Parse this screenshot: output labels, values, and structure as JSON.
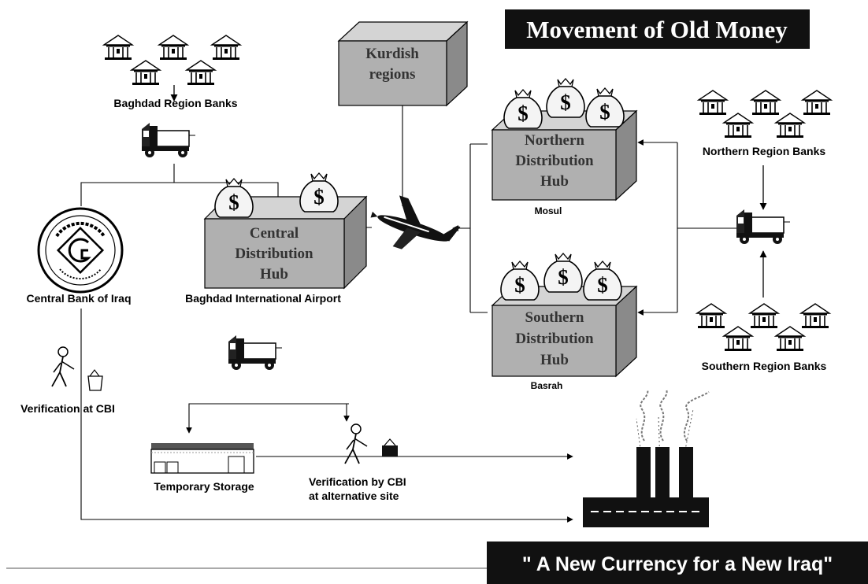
{
  "title": "Movement of Old Money",
  "slogan": "\" A New Currency for a New Iraq\"",
  "hubs": {
    "kurdish": [
      "Kurdish",
      "regions"
    ],
    "central": [
      "Central",
      "Distribution",
      "Hub"
    ],
    "northern": [
      "Northern",
      "Distribution",
      "Hub"
    ],
    "southern": [
      "Southern",
      "Distribution",
      "Hub"
    ]
  },
  "labels": {
    "baghdad_banks": "Baghdad Region Banks",
    "northern_banks": "Northern Region Banks",
    "southern_banks": "Southern Region Banks",
    "central_bank": "Central Bank of Iraq",
    "airport": "Baghdad International Airport",
    "mosul": "Mosul",
    "basrah": "Basrah",
    "verification_cbi": "Verification at CBI",
    "temporary_storage": "Temporary Storage",
    "verification_alt": [
      "Verification by CBI",
      "at alternative site"
    ]
  },
  "icons": {
    "bank": "bank-building-icon",
    "money_bag": "money-bag-icon",
    "truck": "truck-icon",
    "airplane": "airplane-icon",
    "seal": "central-bank-seal-icon",
    "person": "inspector-person-icon",
    "storage": "storage-building-icon",
    "factory": "incinerator-factory-icon"
  },
  "colors": {
    "box_front": "#b0b0b0",
    "box_top": "#d4d4d4",
    "box_side": "#8a8a8a",
    "banner": "#111111"
  }
}
